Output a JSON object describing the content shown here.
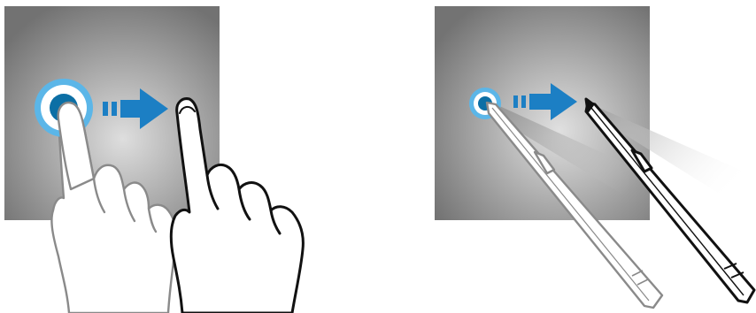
{
  "illustration": {
    "left": {
      "gesture": "drag",
      "input": "finger",
      "touch_point_icon": "touch-point-icon",
      "arrow_icon": "drag-arrow-icon"
    },
    "right": {
      "gesture": "drag",
      "input": "s-pen",
      "touch_point_icon": "touch-point-icon",
      "arrow_icon": "drag-arrow-icon"
    },
    "colors": {
      "screen_dark": "#777777",
      "screen_light": "#d6d6d6",
      "touch_ring": "#5bb6e8",
      "touch_inner": "#0c6fa5",
      "arrow": "#1c7fc4",
      "outline": "#111111"
    }
  }
}
